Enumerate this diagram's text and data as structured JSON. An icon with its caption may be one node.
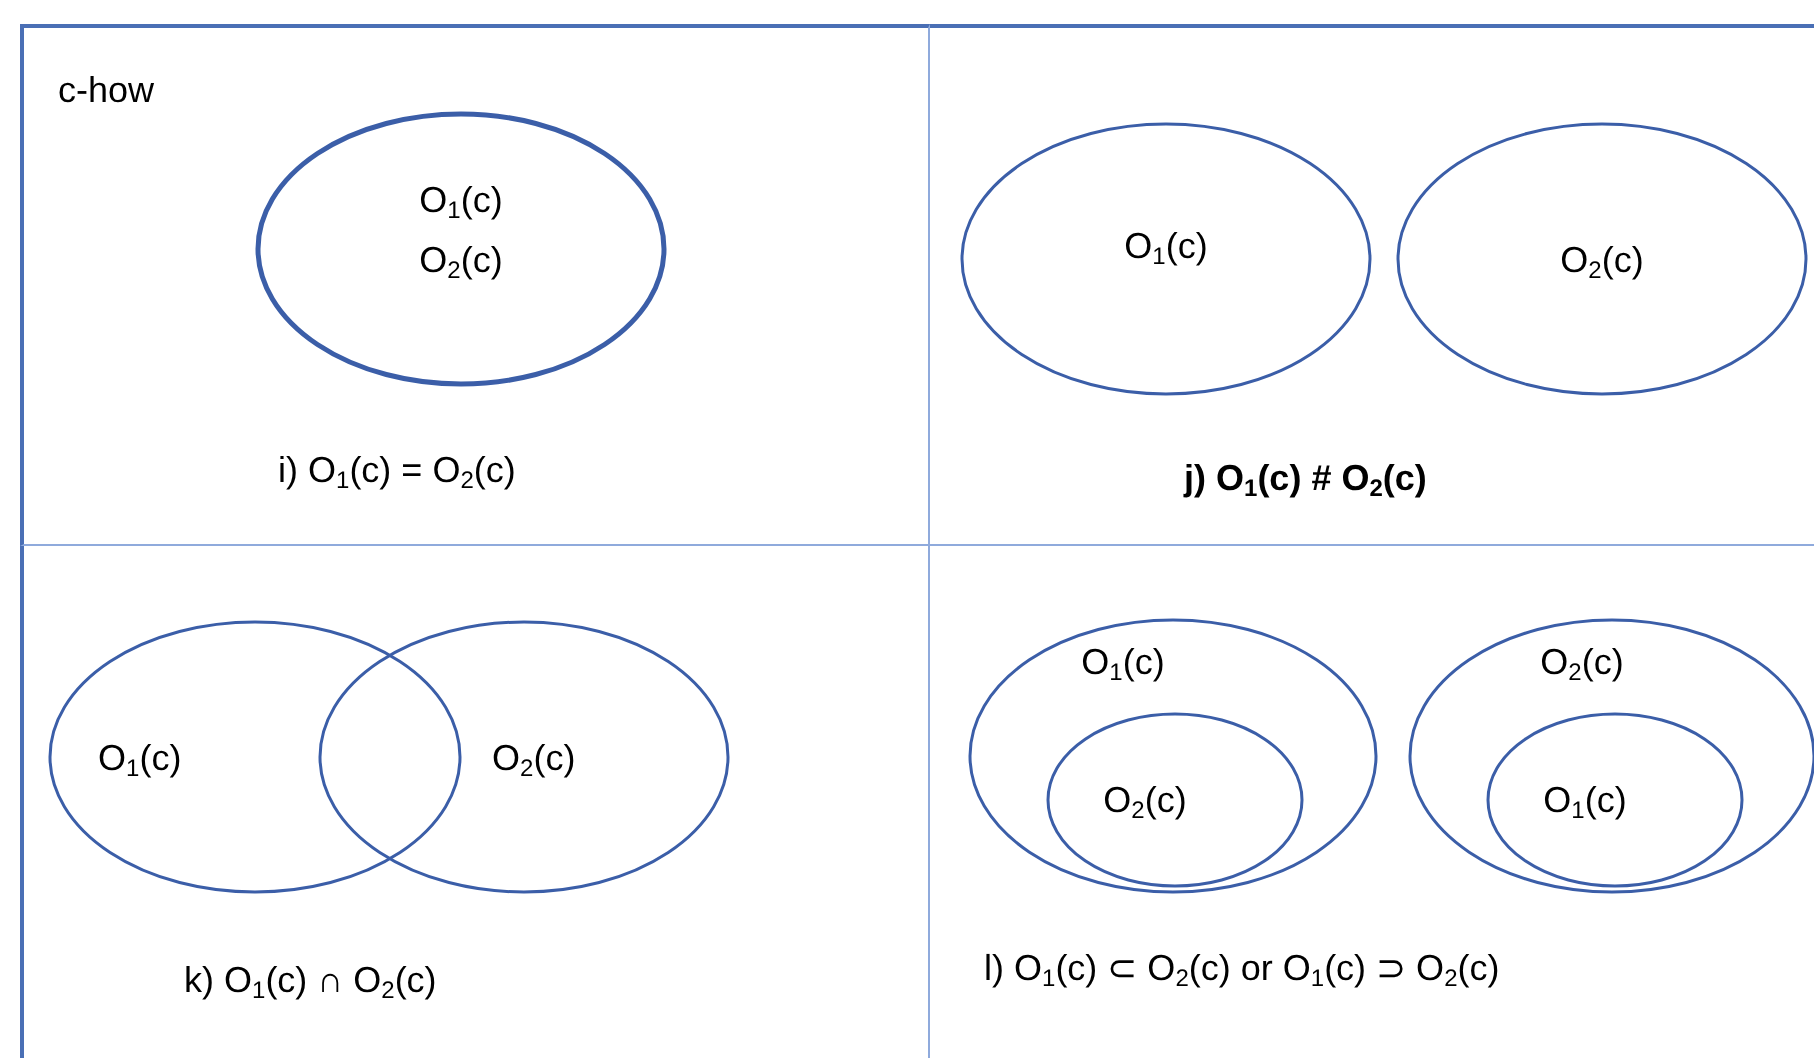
{
  "diagram": {
    "nodes": [
      {
        "text": [
          "c-how",
          "i) O$_{1}$(c) = O$_{2}$(c)"
        ]
      },
      {
        "text": [
          "O$_{1}$(c)",
          "O$_{2}$(c)"
        ],
        "in": 0
      },
      {
        "text": [
          "j) O$_{1}$(c) # O$_{2}$(c)"
        ]
      },
      {
        "text": [
          "O$_{1}$(c)"
        ],
        "in": 2
      },
      {
        "text": [
          "O$_{2}$(c)"
        ],
        "in": 2
      },
      {
        "text": [
          "k) O$_{1}$(c) ∩ O$_{2}$(c)"
        ]
      },
      {
        "text": [
          "O$_{1}$(c)"
        ],
        "in": 5
      },
      {
        "text": [
          "O$_{2}$(c)"
        ],
        "in": 5
      },
      {
        "text": [
          "l) O$_{1}$(c) ⊂ O$_{2}$(c) or O$_{1}$(c) ⊃ O$_{2}$(c)"
        ]
      },
      {
        "text": [
          "O$_{1}$(c)"
        ],
        "in": 8
      },
      {
        "text": [
          "O$_{2}$(c)"
        ],
        "in": 9
      },
      {
        "text": [
          "O$_{2}$(c)"
        ],
        "in": 8
      },
      {
        "text": [
          "O$_{1}$(c)"
        ],
        "in": 11
      }
    ]
  }
}
